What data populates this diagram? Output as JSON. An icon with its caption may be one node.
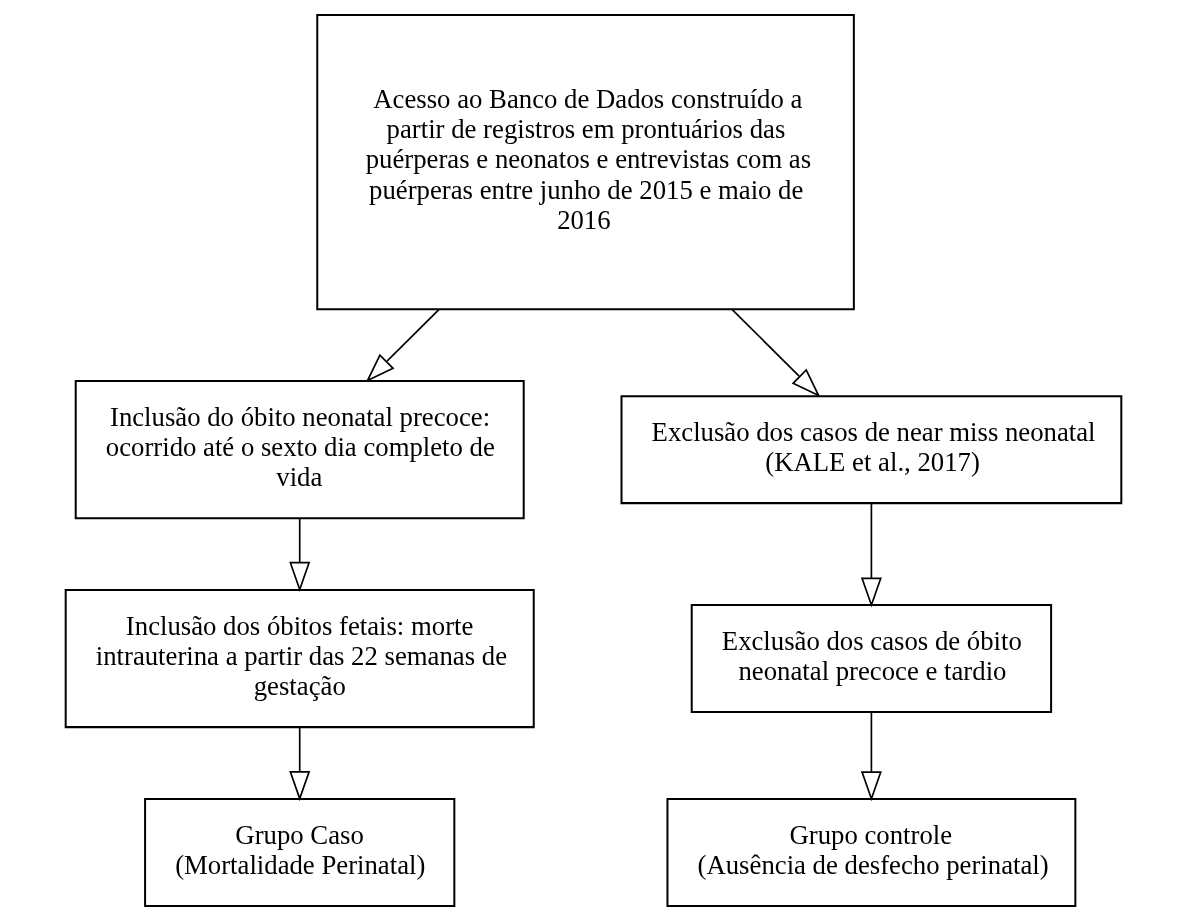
{
  "diagram": {
    "nodes": [
      {
        "text": [
          "Acesso ao Banco de Dados construído a partir de registros em prontuários das puérperas e neonatos e entrevistas com as puérperas entre junho de 2015 e maio de 2016"
        ]
      },
      {
        "text": [
          "Inclusão do óbito neonatal precoce: ocorrido até o sexto dia completo de vida"
        ]
      },
      {
        "text": [
          "Exclusão dos casos de near miss neonatal (KALE et al., 2017)"
        ]
      },
      {
        "text": [
          "Inclusão dos óbitos fetais: morte intrauterina a partir das 22 semanas de gestação"
        ]
      },
      {
        "text": [
          "Exclusão dos casos de óbito neonatal precoce e tardio"
        ]
      },
      {
        "text": [
          "Grupo Caso",
          "(Mortalidade Perinatal)"
        ]
      },
      {
        "text": [
          "Grupo controle",
          "(Ausência de desfecho perinatal)"
        ]
      }
    ],
    "edges": [
      {
        "from": 0,
        "to": 1,
        "arrow": "to"
      },
      {
        "from": 0,
        "to": 2,
        "arrow": "to"
      },
      {
        "from": 1,
        "to": 3,
        "arrow": "to"
      },
      {
        "from": 2,
        "to": 4,
        "arrow": "to"
      },
      {
        "from": 3,
        "to": 5,
        "arrow": "to"
      },
      {
        "from": 4,
        "to": 6,
        "arrow": "to"
      }
    ]
  }
}
